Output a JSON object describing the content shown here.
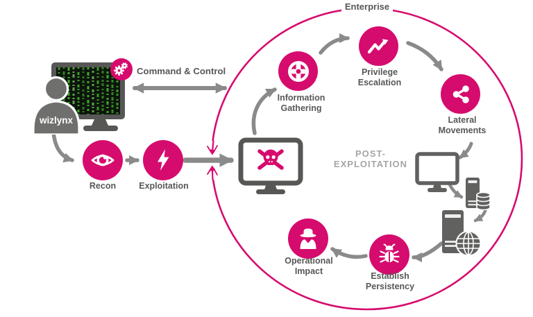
{
  "diagram": {
    "boundary_label": "Enterprise",
    "attacker": {
      "name": "wizlynx"
    },
    "command_and_control": {
      "label": "Command & Control",
      "icon": "gears-icon"
    },
    "pre_breach_stages": [
      {
        "id": "recon",
        "label": "Recon",
        "icon": "eye-icon"
      },
      {
        "id": "exploitation",
        "label": "Exploitation",
        "icon": "lightning-icon"
      }
    ],
    "phase_label": "POST-\nEXPLOITATION",
    "post_exploitation_cycle": [
      {
        "id": "information-gathering",
        "label": "Information\nGathering",
        "icon": "scope-gear-icon"
      },
      {
        "id": "privilege-escalation",
        "label": "Privilege\nEscalation",
        "icon": "trend-up-icon"
      },
      {
        "id": "lateral-movements",
        "label": "Lateral\nMovements",
        "icon": "share-icon"
      },
      {
        "id": "establish-persistency",
        "label": "Establish\nPersistency",
        "icon": "bug-icon"
      },
      {
        "id": "operational-impact",
        "label": "Operational\nImpact",
        "icon": "spy-icon"
      }
    ],
    "devices": [
      "attacker-workstation-matrix-screen",
      "compromised-monitor-skull",
      "internal-monitor",
      "server-with-database",
      "server-with-globe"
    ],
    "colors": {
      "magenta": "#d60b6e",
      "arrow_gray": "#8a8a8a",
      "text_dark": "#575756",
      "text_muted": "#a5a5a4",
      "device_gray": "#616160",
      "monitor_dark": "#575756",
      "matrix_green": "#46b62d",
      "screen_dark": "#0c150c"
    }
  }
}
